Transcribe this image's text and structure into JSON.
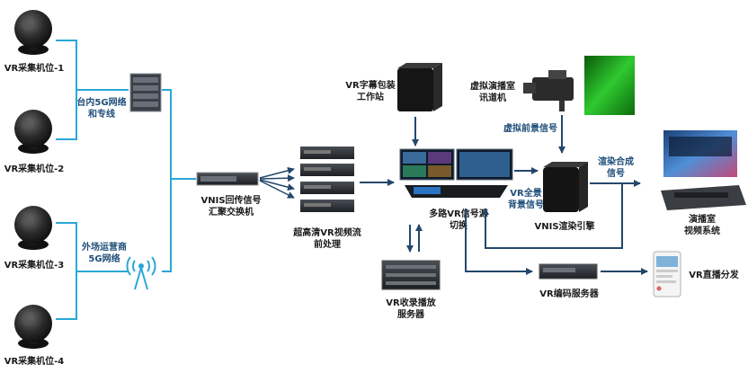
{
  "cameras": [
    {
      "label": "VR采集机位-1"
    },
    {
      "label": "VR采集机位-2"
    },
    {
      "label": "VR采集机位-3"
    },
    {
      "label": "VR采集机位-4"
    }
  ],
  "network": {
    "internal_line1": "台内5G网络",
    "internal_line2": "和专线",
    "external_line1": "外场运营商",
    "external_line2": "5G网络"
  },
  "switch": {
    "line1": "VNIS回传信号",
    "line2": "汇聚交换机"
  },
  "preprocess": {
    "line1": "超高清VR视频流",
    "line2": "前处理"
  },
  "caption_station": {
    "line1": "VR字幕包装",
    "line2": "工作站"
  },
  "virtual_studio": {
    "line1": "虚拟演播室",
    "line2": "讯道机"
  },
  "virtual_fg_signal": "虚拟前景信号",
  "switcher": {
    "line1": "多路VR信号源",
    "line2": "切换"
  },
  "bg_signal": {
    "line1": "VR全景",
    "line2": "背景信号"
  },
  "render_engine": "VNIS渲染引擎",
  "composite_signal": {
    "line1": "渲染合成",
    "line2": "信号"
  },
  "studio_system": {
    "line1": "演播室",
    "line2": "视频系统"
  },
  "recorder": {
    "line1": "VR收录播放",
    "line2": "服务器"
  },
  "encoder": "VR编码服务器",
  "distribution": "VR直播分发",
  "colors": {
    "line": "#2aa7d6",
    "arrow": "#24476b",
    "label_blue": "#1f4e79"
  }
}
